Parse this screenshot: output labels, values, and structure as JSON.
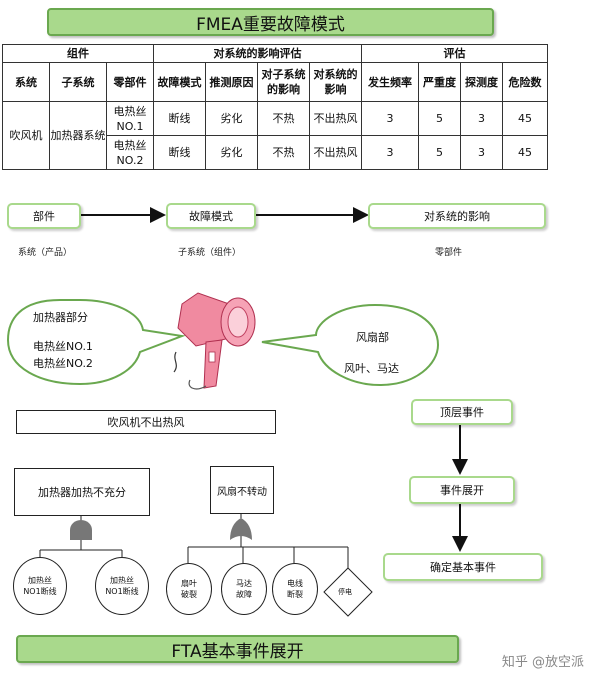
{
  "fmea_title": "FMEA重要故障模式",
  "table": {
    "group_headers": [
      "组件",
      "对系统的影响评估",
      "评估"
    ],
    "columns": [
      "系统",
      "子系统",
      "零部件",
      "故障模式",
      "推测原因",
      "对子系统的影响",
      "对系统的影响",
      "发生频率",
      "严重度",
      "探测度",
      "危险数"
    ],
    "system": "吹风机",
    "subsystem": "加热器系统",
    "rows": [
      [
        "电热丝NO.1",
        "断线",
        "劣化",
        "不热",
        "不出热风",
        "3",
        "5",
        "3",
        "45"
      ],
      [
        "电热丝NO.2",
        "断线",
        "劣化",
        "不热",
        "不出热风",
        "3",
        "5",
        "3",
        "45"
      ]
    ]
  },
  "flow": {
    "boxes": [
      "部件",
      "故障模式",
      "对系统的影响"
    ],
    "captions": [
      "系统（产品）",
      "子系统（组件）",
      "零部件"
    ]
  },
  "bubbles": {
    "left": {
      "title": "加热器部分",
      "lines": [
        "电热丝NO.1",
        "电热丝NO.2"
      ]
    },
    "right": {
      "title": "风扇部",
      "line": "风叶、马达"
    }
  },
  "fta": {
    "top_event": "吹风机不出热风",
    "mid_left": "加热器加热不充分",
    "mid_right": "风扇不转动",
    "left_leaves": [
      "加热丝NO1断线",
      "加热丝NO1断线"
    ],
    "right_leaves": [
      "扇叶破裂",
      "马达故障",
      "电线断裂"
    ],
    "diamond": "停电"
  },
  "side_flow": [
    "顶层事件",
    "事件展开",
    "确定基本事件"
  ],
  "fta_title": "FTA基本事件展开",
  "watermark": "知乎 @放空派",
  "colors": {
    "banner_fill": "#a9d98c",
    "banner_border": "#6aa84f",
    "dryer_pink": "#f08aa0",
    "gate_gray": "#777777"
  }
}
